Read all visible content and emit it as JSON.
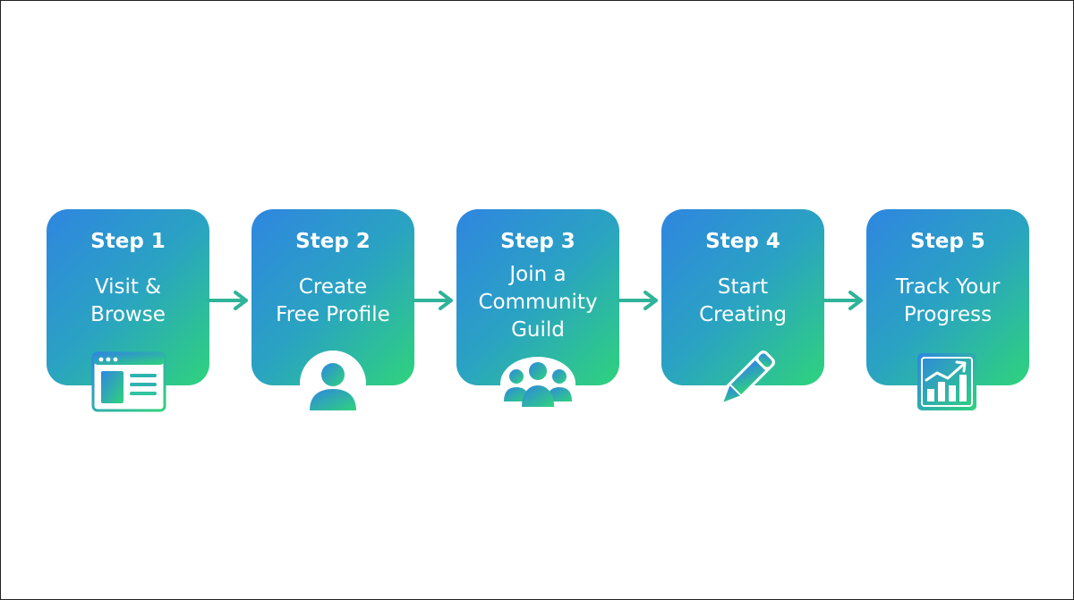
{
  "steps": [
    {
      "number": "Step 1",
      "label": "Visit &\nBrowse",
      "icon": "browser-window-icon"
    },
    {
      "number": "Step 2",
      "label": "Create\nFree Profile",
      "icon": "user-profile-icon"
    },
    {
      "number": "Step 3",
      "label": "Join a\nCommunity\nGuild",
      "icon": "community-group-icon"
    },
    {
      "number": "Step 4",
      "label": "Start\nCreating",
      "icon": "pencil-icon"
    },
    {
      "number": "Step 5",
      "label": "Track Your\nProgress",
      "icon": "growth-chart-icon"
    }
  ],
  "colors": {
    "gradient_start": "#2f86e0",
    "gradient_end": "#2fd37c",
    "arrow": "#2fb39a",
    "text": "#ffffff"
  }
}
